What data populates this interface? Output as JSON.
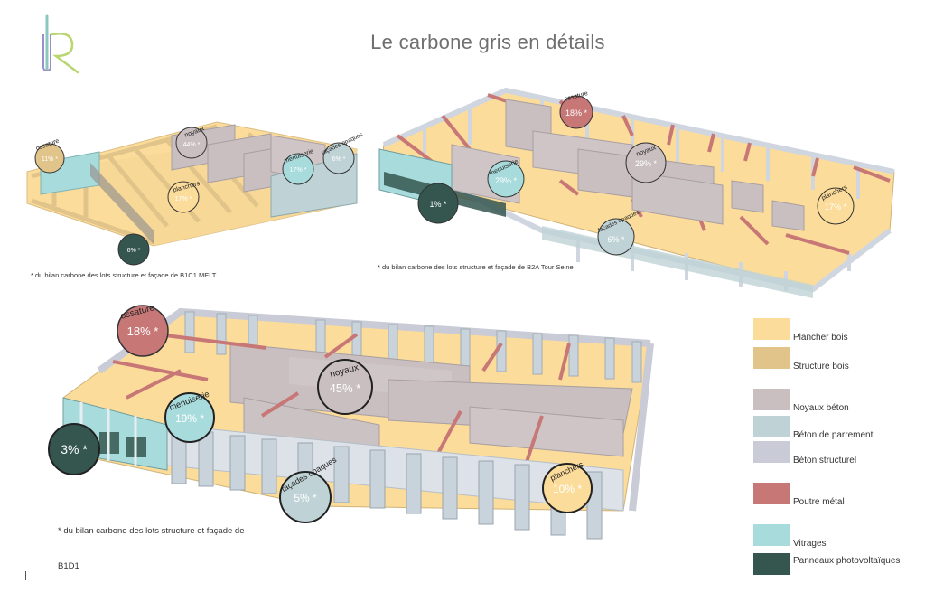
{
  "title": "Le carbone gris en détails",
  "colors": {
    "plancher_bois": "#fcdc9a",
    "structure_bois": "#e1c48a",
    "noyaux_beton": "#c9bfc1",
    "beton_parement": "#bfd3d6",
    "beton_structurel": "#c9cbd6",
    "poutre_metal": "#c87777",
    "vitrages": "#a8dbdc",
    "panneaux_pv": "#35564f"
  },
  "diagrams": {
    "b1c1": {
      "note": "* du bilan carbone des lots structure et façade de B1C1 MELT",
      "callouts": [
        {
          "label": "ossature",
          "value": "11% *"
        },
        {
          "label": "noyaux",
          "value": "44% *"
        },
        {
          "label": "planchers",
          "value": "17% *"
        },
        {
          "label": "menuiserie",
          "value": "17% *"
        },
        {
          "label": "façades opaques",
          "value": "6% *"
        },
        {
          "label": "",
          "value": "6% *"
        }
      ]
    },
    "b2a": {
      "note": "* du bilan carbone des lots structure et façade de B2A Tour Seine",
      "callouts": [
        {
          "label": "ossature",
          "value": "18% *"
        },
        {
          "label": "noyaux",
          "value": "29% *"
        },
        {
          "label": "menuiserie",
          "value": "29% *"
        },
        {
          "label": "",
          "value": "1% *"
        },
        {
          "label": "façades opaques",
          "value": "6% *"
        },
        {
          "label": "planchers",
          "value": "17% *"
        }
      ]
    },
    "b1d1": {
      "note_line1": "* du bilan carbone des lots structure et façade de",
      "note_line2": "B1D1",
      "callouts": [
        {
          "label": "ossature",
          "value": "18% *"
        },
        {
          "label": "noyaux",
          "value": "45% *"
        },
        {
          "label": "menuiserie",
          "value": "19% *"
        },
        {
          "label": "",
          "value": "3% *"
        },
        {
          "label": "façades opaques",
          "value": "5% *"
        },
        {
          "label": "planchers",
          "value": "10% *"
        }
      ]
    }
  },
  "legend": [
    {
      "label": "Plancher bois",
      "color": "#fcdc9a"
    },
    {
      "label": "Structure bois",
      "color": "#e1c48a"
    },
    {
      "label": "Noyaux béton",
      "color": "#c9bfc1"
    },
    {
      "label": "Béton de parrement",
      "color": "#bfd3d6"
    },
    {
      "label": "Béton structurel",
      "color": "#c9cbd6"
    },
    {
      "label": "Poutre métal",
      "color": "#c87777"
    },
    {
      "label": "Vitrages",
      "color": "#a8dbdc"
    },
    {
      "label": "Panneaux photovoltaïques",
      "color": "#35564f"
    }
  ]
}
